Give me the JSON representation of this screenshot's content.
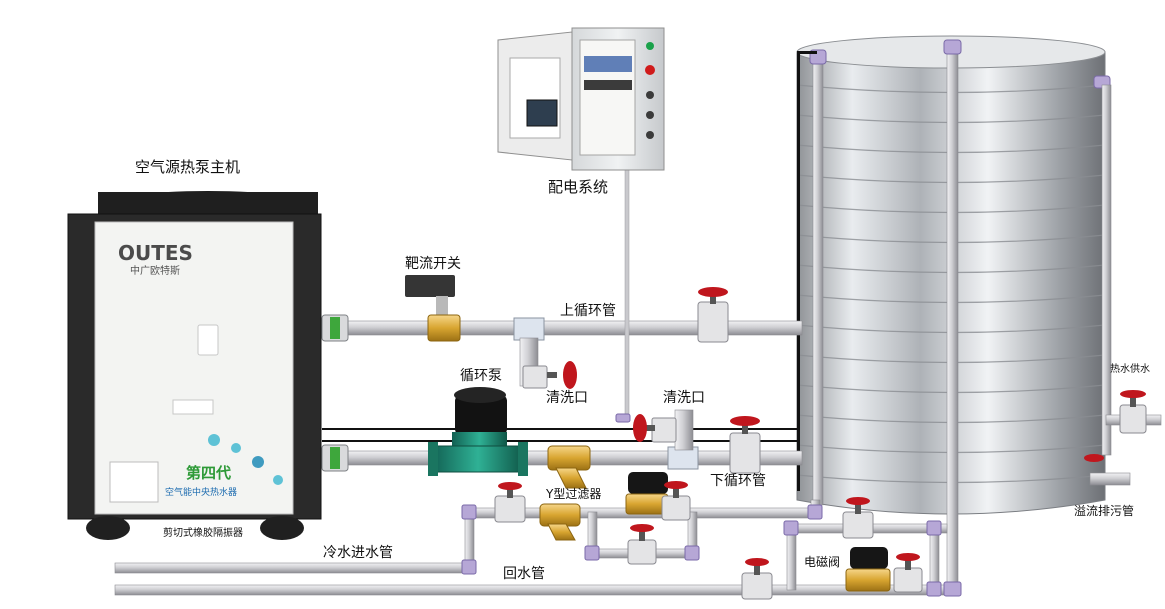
{
  "labels": {
    "heat_pump_title": "空气源热泵主机",
    "distribution": "配电系统",
    "target_flow_switch": "靶流开关",
    "upper_loop": "上循环管",
    "clean_port_1": "清洗口",
    "pump": "循环泵",
    "clean_port_2": "清洗口",
    "lower_loop": "下循环管",
    "y_filter": "Y型过滤器",
    "cold_inlet": "冷水进水管",
    "return_pipe": "回水管",
    "solenoid": "电磁阀",
    "hot_supply": "热水供水",
    "overflow": "溢流排污管",
    "damper": "剪切式橡胶隔振器"
  },
  "heat_pump": {
    "brand": "OUTES",
    "brand_sub": "中广欧特斯",
    "generation": "第四代",
    "slogan": "空气能中央热水器"
  },
  "colors": {
    "pipe": "#c8c8cc",
    "pipe_edge": "#8a8a90",
    "wire": "#111111",
    "valve_red": "#c0161d",
    "brass": "#d8a530",
    "pump_green": "#1e8a72",
    "tank": "#cfd2d6"
  }
}
